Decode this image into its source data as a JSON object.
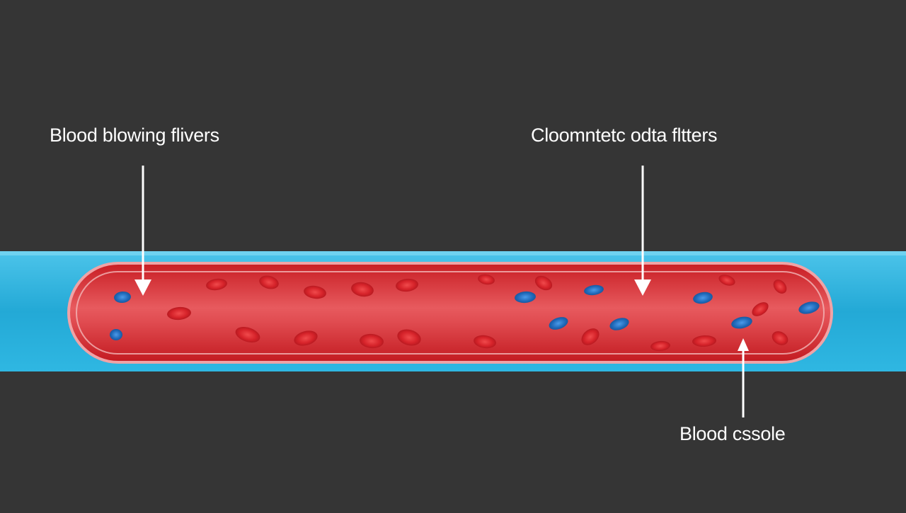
{
  "colors": {
    "background": "#353535",
    "channel": "#29b3dc",
    "vessel_red": "#d9262b",
    "vessel_core": "#ee6a6d",
    "vessel_rim": "#f2b2b4",
    "red_cell": "#d8262a",
    "blue_cell": "#2372c4",
    "label_text": "#ffffff",
    "arrow": "#ffffff"
  },
  "labels": {
    "top_left": "Blood blowing flivers",
    "top_right": "Cloomntetc odta fltters",
    "bottom_right": "Blood cssole"
  },
  "icons": {
    "arrow_left": "down-arrow-icon",
    "arrow_right": "down-arrow-icon",
    "arrow_bottom": "up-arrow-icon"
  }
}
